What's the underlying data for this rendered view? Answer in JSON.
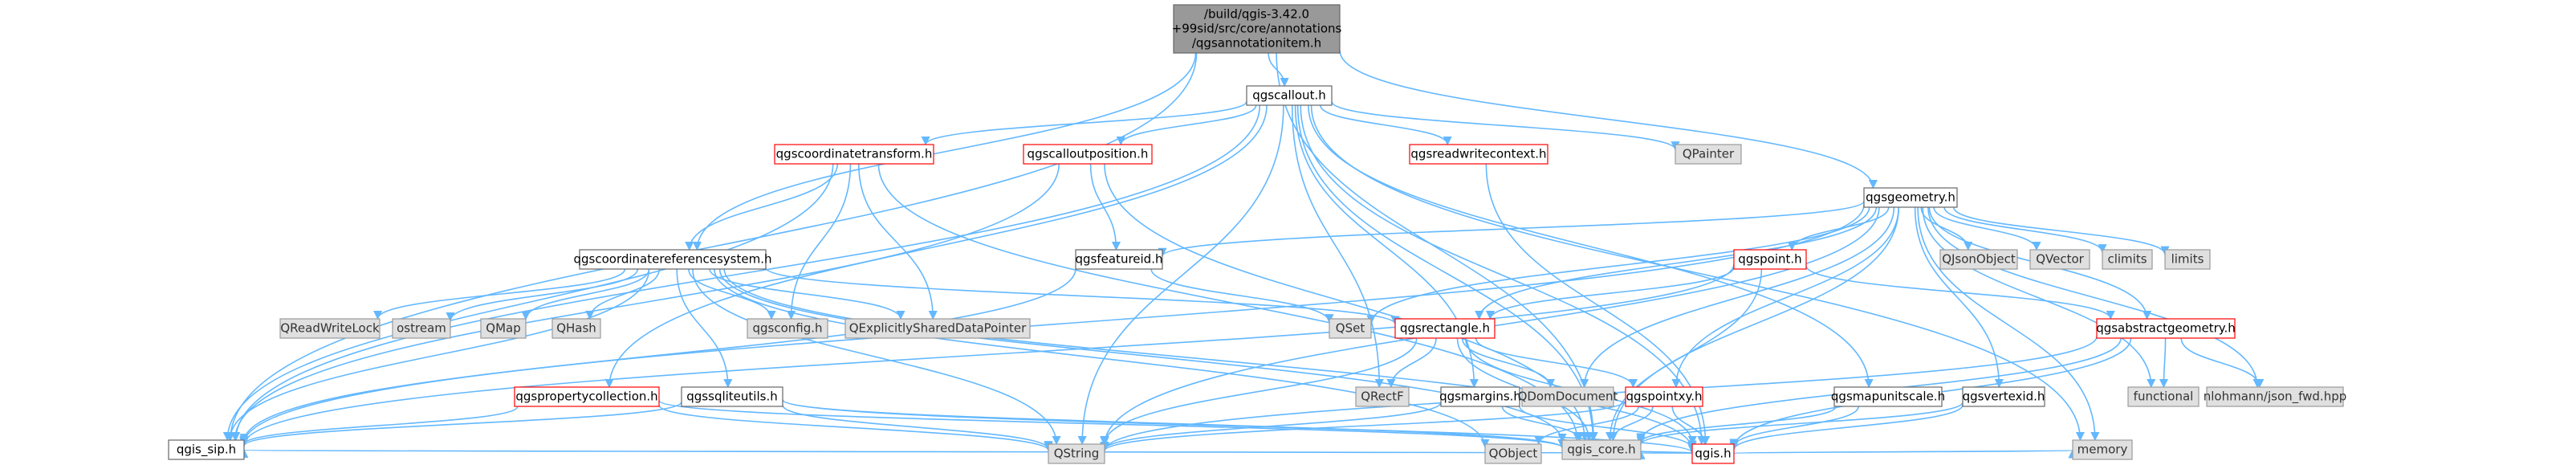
{
  "colors": {
    "root_fill": "#999999",
    "root_stroke": "#666666",
    "doc_fill": "#ffffff",
    "doc_stroke": "#666666",
    "doc_text": "#000000",
    "truncated_stroke": "#ff0000",
    "external_fill": "#e0e0e0",
    "external_stroke": "#999999",
    "external_text": "#333333",
    "edge": "#63b8ff"
  },
  "nodes": {
    "root": {
      "label": "/build/qgis-3.42.0\n+99sid/src/core/annotations\n/qgsannotationitem.h",
      "kind": "root"
    },
    "qgscallout": {
      "label": "qgscallout.h",
      "kind": "doc"
    },
    "qgsgeometry": {
      "label": "qgsgeometry.h",
      "kind": "doc"
    },
    "qgscoordinatetransform": {
      "label": "qgscoordinatetransform.h",
      "kind": "truncated"
    },
    "qgscalloutposition": {
      "label": "qgscalloutposition.h",
      "kind": "truncated"
    },
    "qgsreadwritecontext": {
      "label": "qgsreadwritecontext.h",
      "kind": "truncated"
    },
    "QPainter": {
      "label": "QPainter",
      "kind": "external"
    },
    "qgscrs": {
      "label": "qgscoordinatereferencesystem.h",
      "kind": "doc"
    },
    "qgsfeatureid": {
      "label": "qgsfeatureid.h",
      "kind": "doc"
    },
    "qgspoint": {
      "label": "qgspoint.h",
      "kind": "truncated"
    },
    "QJsonObject": {
      "label": "QJsonObject",
      "kind": "external"
    },
    "QVector": {
      "label": "QVector",
      "kind": "external"
    },
    "climits": {
      "label": "climits",
      "kind": "external"
    },
    "limits": {
      "label": "limits",
      "kind": "external"
    },
    "QReadWriteLock": {
      "label": "QReadWriteLock",
      "kind": "external"
    },
    "ostream": {
      "label": "ostream",
      "kind": "external"
    },
    "QMap": {
      "label": "QMap",
      "kind": "external"
    },
    "QHash": {
      "label": "QHash",
      "kind": "external"
    },
    "qgsconfig": {
      "label": "qgsconfig.h",
      "kind": "external"
    },
    "QExplicitlySharedDataPointer": {
      "label": "QExplicitlySharedDataPointer",
      "kind": "external"
    },
    "QSet": {
      "label": "QSet",
      "kind": "external"
    },
    "qgsrectangle": {
      "label": "qgsrectangle.h",
      "kind": "truncated"
    },
    "qgsabstractgeometry": {
      "label": "qgsabstractgeometry.h",
      "kind": "truncated"
    },
    "qgspropertycollection": {
      "label": "qgspropertycollection.h",
      "kind": "truncated"
    },
    "qgssqliteutils": {
      "label": "qgssqliteutils.h",
      "kind": "doc"
    },
    "QRectF": {
      "label": "QRectF",
      "kind": "external"
    },
    "qgsmargins": {
      "label": "qgsmargins.h",
      "kind": "doc"
    },
    "QDomDocument": {
      "label": "QDomDocument",
      "kind": "external"
    },
    "qgspointxy": {
      "label": "qgspointxy.h",
      "kind": "truncated"
    },
    "qgsmapunitscale": {
      "label": "qgsmapunitscale.h",
      "kind": "doc"
    },
    "qgsvertexid": {
      "label": "qgsvertexid.h",
      "kind": "doc"
    },
    "functional": {
      "label": "functional",
      "kind": "external"
    },
    "nlohmann": {
      "label": "nlohmann/json_fwd.hpp",
      "kind": "external"
    },
    "QString": {
      "label": "QString",
      "kind": "external"
    },
    "QObject": {
      "label": "QObject",
      "kind": "external"
    },
    "qgis": {
      "label": "qgis.h",
      "kind": "truncated"
    },
    "qgis_sip": {
      "label": "qgis_sip.h",
      "kind": "doc"
    },
    "qgis_core": {
      "label": "qgis_core.h",
      "kind": "external"
    },
    "memory": {
      "label": "memory",
      "kind": "external"
    }
  },
  "edges": [
    [
      "root",
      "qgscallout"
    ],
    [
      "root",
      "qgsgeometry"
    ],
    [
      "root",
      "qgscrs"
    ],
    [
      "root",
      "qgis_sip"
    ],
    [
      "root",
      "qgis_core"
    ],
    [
      "qgscallout",
      "qgscoordinatetransform"
    ],
    [
      "qgscallout",
      "qgscalloutposition"
    ],
    [
      "qgscallout",
      "qgsreadwritecontext"
    ],
    [
      "qgscallout",
      "QPainter"
    ],
    [
      "qgscallout",
      "qgspropertycollection"
    ],
    [
      "qgscallout",
      "qgis_sip"
    ],
    [
      "qgscallout",
      "qgis_core"
    ],
    [
      "qgscallout",
      "QRectF"
    ],
    [
      "qgscallout",
      "qgsmargins"
    ],
    [
      "qgscallout",
      "qgsmapunitscale"
    ],
    [
      "qgscallout",
      "qgis"
    ],
    [
      "qgscallout",
      "memory"
    ],
    [
      "qgscallout",
      "QString"
    ],
    [
      "qgsgeometry",
      "qgsfeatureid"
    ],
    [
      "qgsgeometry",
      "qgspoint"
    ],
    [
      "qgsgeometry",
      "QJsonObject"
    ],
    [
      "qgsgeometry",
      "QVector"
    ],
    [
      "qgsgeometry",
      "climits"
    ],
    [
      "qgsgeometry",
      "limits"
    ],
    [
      "qgsgeometry",
      "QSet"
    ],
    [
      "qgsgeometry",
      "qgsabstractgeometry"
    ],
    [
      "qgsgeometry",
      "QDomDocument"
    ],
    [
      "qgsgeometry",
      "qgspointxy"
    ],
    [
      "qgsgeometry",
      "qgsvertexid"
    ],
    [
      "qgsgeometry",
      "functional"
    ],
    [
      "qgsgeometry",
      "nlohmann"
    ],
    [
      "qgsgeometry",
      "QString"
    ],
    [
      "qgsgeometry",
      "qgis_core"
    ],
    [
      "qgsgeometry",
      "memory"
    ],
    [
      "qgsgeometry",
      "qgis_sip"
    ],
    [
      "qgsgeometry",
      "qgsrectangle"
    ],
    [
      "qgscoordinatetransform",
      "qgscrs"
    ],
    [
      "qgscoordinatetransform",
      "qgsconfig"
    ],
    [
      "qgscoordinatetransform",
      "QExplicitlySharedDataPointer"
    ],
    [
      "qgscoordinatetransform",
      "qgis_sip"
    ],
    [
      "qgscoordinatetransform",
      "qgis_core"
    ],
    [
      "qgscalloutposition",
      "qgsfeatureid"
    ],
    [
      "qgscalloutposition",
      "qgis_core"
    ],
    [
      "qgscalloutposition",
      "qgis_sip"
    ],
    [
      "qgsreadwritecontext",
      "qgis"
    ],
    [
      "qgscrs",
      "QReadWriteLock"
    ],
    [
      "qgscrs",
      "ostream"
    ],
    [
      "qgscrs",
      "QMap"
    ],
    [
      "qgscrs",
      "QHash"
    ],
    [
      "qgscrs",
      "qgsconfig"
    ],
    [
      "qgscrs",
      "QExplicitlySharedDataPointer"
    ],
    [
      "qgscrs",
      "qgsrectangle"
    ],
    [
      "qgscrs",
      "qgssqliteutils"
    ],
    [
      "qgscrs",
      "QString"
    ],
    [
      "qgscrs",
      "QObject"
    ],
    [
      "qgscrs",
      "qgis"
    ],
    [
      "qgscrs",
      "qgis_sip"
    ],
    [
      "qgscrs",
      "qgis_core"
    ],
    [
      "qgsfeatureid",
      "QSet"
    ],
    [
      "qgsfeatureid",
      "qgis_sip"
    ],
    [
      "qgspoint",
      "qgsabstractgeometry"
    ],
    [
      "qgspoint",
      "qgsrectangle"
    ],
    [
      "qgspoint",
      "qgis_core"
    ],
    [
      "qgspoint",
      "qgis_sip"
    ],
    [
      "qgsrectangle",
      "QRectF"
    ],
    [
      "qgsrectangle",
      "QDomDocument"
    ],
    [
      "qgsrectangle",
      "qgspointxy"
    ],
    [
      "qgsrectangle",
      "qgis"
    ],
    [
      "qgsrectangle",
      "qgis_core"
    ],
    [
      "qgsrectangle",
      "QString"
    ],
    [
      "qgsabstractgeometry",
      "functional"
    ],
    [
      "qgsabstractgeometry",
      "nlohmann"
    ],
    [
      "qgsabstractgeometry",
      "qgis"
    ],
    [
      "qgsabstractgeometry",
      "qgis_core"
    ],
    [
      "qgsabstractgeometry",
      "QString"
    ],
    [
      "qgspropertycollection",
      "QString"
    ],
    [
      "qgspropertycollection",
      "qgis_core"
    ],
    [
      "qgspropertycollection",
      "qgis_sip"
    ],
    [
      "qgssqliteutils",
      "QString"
    ],
    [
      "qgssqliteutils",
      "qgis"
    ],
    [
      "qgssqliteutils",
      "qgis_core"
    ],
    [
      "qgssqliteutils",
      "qgis_sip"
    ],
    [
      "qgsmargins",
      "QString"
    ],
    [
      "qgsmargins",
      "qgis"
    ],
    [
      "qgsmargins",
      "qgis_core"
    ],
    [
      "qgspointxy",
      "QString"
    ],
    [
      "qgspointxy",
      "QObject"
    ],
    [
      "qgspointxy",
      "qgis"
    ],
    [
      "qgspointxy",
      "qgis_core"
    ],
    [
      "qgsmapunitscale",
      "qgis"
    ],
    [
      "qgsmapunitscale",
      "qgis_core"
    ],
    [
      "qgsvertexid",
      "qgis"
    ],
    [
      "qgsvertexid",
      "qgis_core"
    ],
    [
      "qgis",
      "qgis_core"
    ],
    [
      "qgis",
      "qgis_sip"
    ],
    [
      "qgis",
      "memory"
    ]
  ]
}
